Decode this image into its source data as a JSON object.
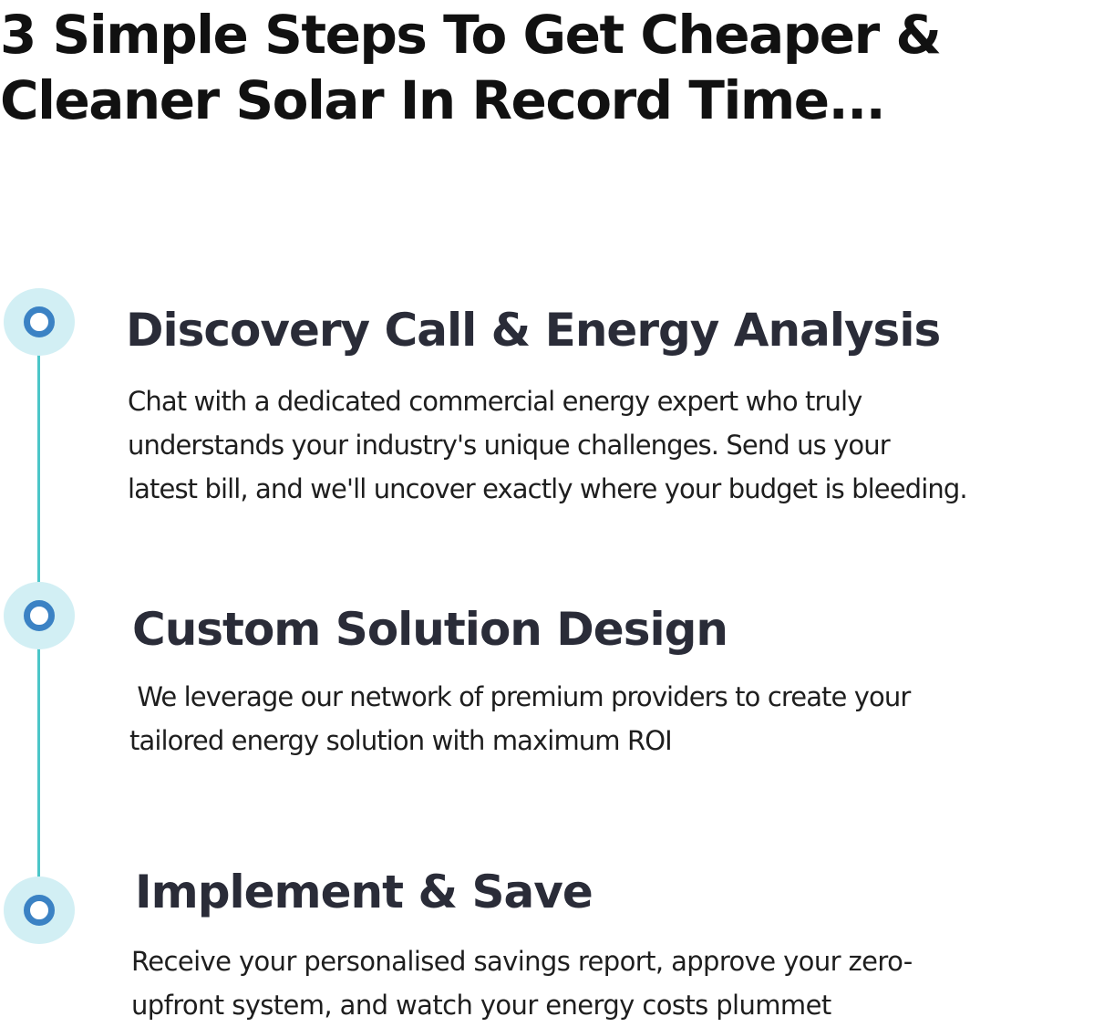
{
  "headline": {
    "line1": "3 Simple Steps To Get Cheaper &",
    "line2": "Cleaner Solar In Record Time..."
  },
  "steps": [
    {
      "icon": "timeline-circle-icon",
      "title": "Discovery Call & Energy Analysis",
      "description_lines": [
        "Chat with a dedicated commercial energy expert who truly",
        "understands your industry's unique challenges. Send us your",
        "latest bill, and we'll uncover exactly where your budget is bleeding."
      ]
    },
    {
      "icon": "timeline-circle-icon",
      "title": "Custom Solution Design",
      "description_lines": [
        " We leverage our network of premium providers to create your",
        "tailored energy solution with maximum ROI"
      ]
    },
    {
      "icon": "timeline-circle-icon",
      "title": "Implement & Save",
      "description_lines": [
        "Receive your personalised savings report, approve your zero-",
        "upfront system, and watch your energy costs plummet"
      ]
    }
  ],
  "colors": {
    "timeline_line": "#4cc6c8",
    "node_halo": "#d2eff4",
    "node_ring": "#3b82c4",
    "step_title": "#2a2c38",
    "headline": "#111111"
  }
}
